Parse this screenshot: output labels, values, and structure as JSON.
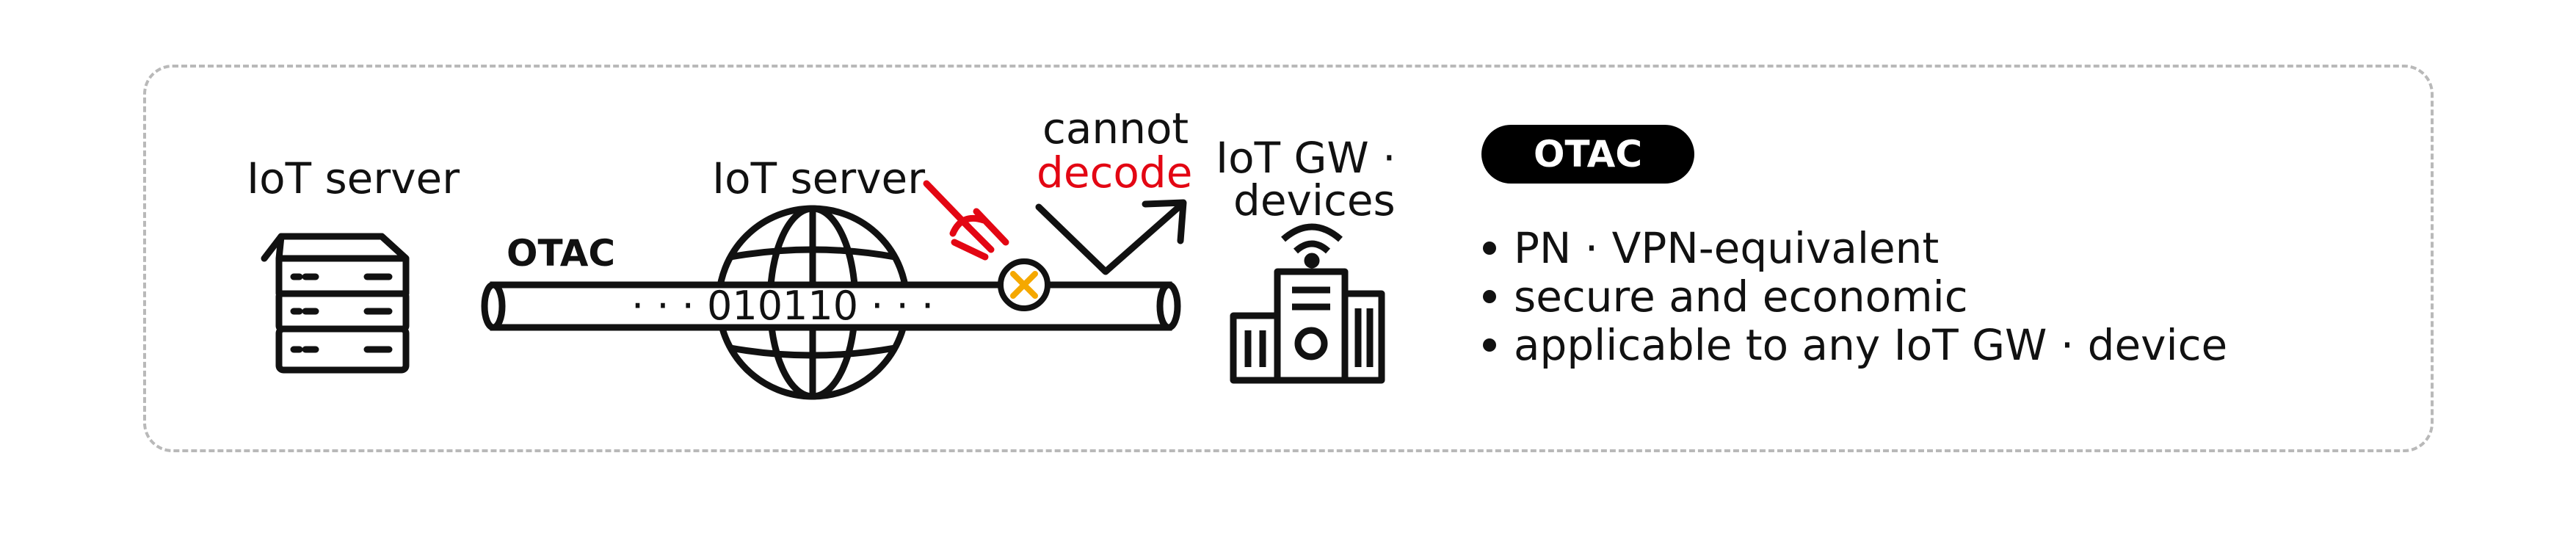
{
  "left_label": "IoT server",
  "middle_label": "IoT server",
  "pipe_label": "OTAC",
  "binary": "· · · 010110 · · ·",
  "cannot_label": "cannot",
  "decode_label": "decode",
  "gw_label_line1": "IoT GW ·",
  "gw_label_line2": "devices",
  "badge": "OTAC",
  "features": [
    "PN · VPN-equivalent",
    "secure and economic",
    "applicable to any IoT GW · device"
  ],
  "colors": {
    "accent_red": "#e30613",
    "x_yellow": "#f5a800",
    "frame_dash": "#b9b9b9"
  },
  "icons": [
    "server-icon",
    "globe-icon",
    "pitchfork-icon",
    "blocked-x-icon",
    "rebound-arrow-icon",
    "building-wireless-icon"
  ]
}
